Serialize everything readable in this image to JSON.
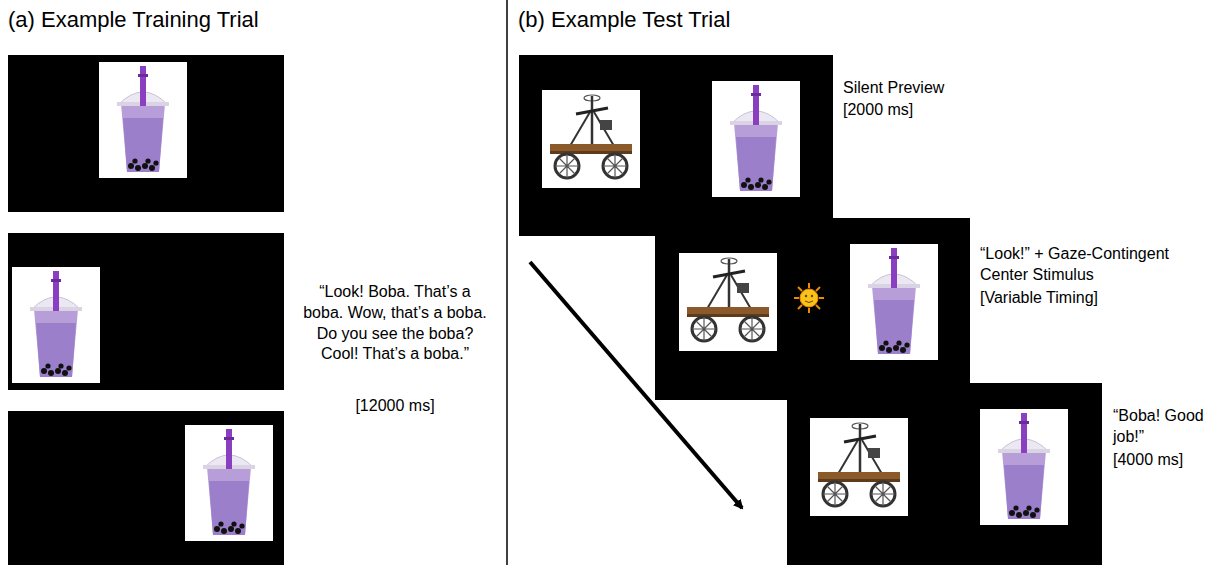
{
  "diagram": {
    "labels": [
      "(a) Example Training Trial",
      "(b) Example Test Trial",
      "“Look! Boba. That’s a boba. Wow, that’s a boba. Do you see the boba? Cool! That’s a boba.”",
      "[12000 ms]",
      "Silent Preview",
      "[2000 ms]",
      "“Look!” + Gaze-Contingent Center Stimulus",
      "[Variable Timing]",
      "“Boba! Good job!”",
      "[4000 ms]"
    ]
  }
}
